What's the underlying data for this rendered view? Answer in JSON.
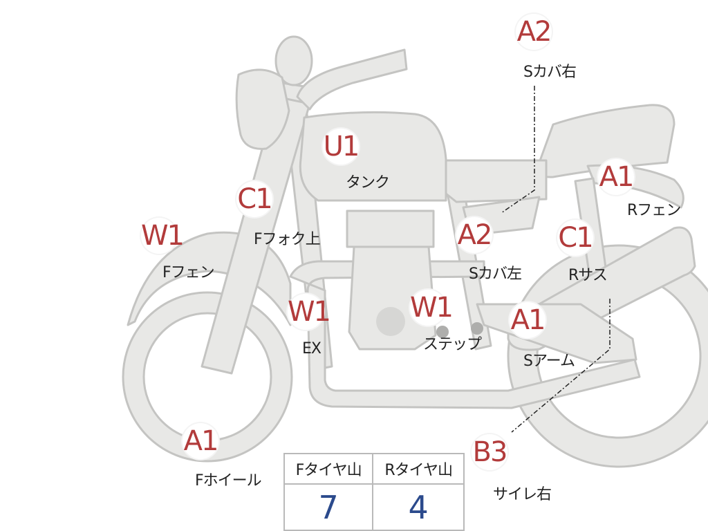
{
  "markers": [
    {
      "id": "tank",
      "code": "U1",
      "label": "タンク"
    },
    {
      "id": "fork-upper",
      "code": "C1",
      "label": "Fフォク上"
    },
    {
      "id": "front-fender",
      "code": "W1",
      "label": "Fフェン"
    },
    {
      "id": "exhaust",
      "code": "W1",
      "label": "EX"
    },
    {
      "id": "front-wheel",
      "code": "A1",
      "label": "Fホイール"
    },
    {
      "id": "side-cover-left",
      "code": "A2",
      "label": "Sカバ左"
    },
    {
      "id": "step",
      "code": "W1",
      "label": "ステップ"
    },
    {
      "id": "swing-arm",
      "code": "A1",
      "label": "Sアーム"
    },
    {
      "id": "side-cover-right",
      "code": "A2",
      "label": "Sカバ右"
    },
    {
      "id": "rear-fender",
      "code": "A1",
      "label": "Rフェン"
    },
    {
      "id": "rear-suspension",
      "code": "C1",
      "label": "Rサス"
    },
    {
      "id": "muffler-right",
      "code": "B3",
      "label": "サイレ右"
    }
  ],
  "tread": {
    "front_header": "Fタイヤ山",
    "rear_header": "Rタイヤ山",
    "front_value": "7",
    "rear_value": "4"
  },
  "colors": {
    "bike_fill": "#e8e8e6",
    "bike_stroke": "#c4c4c2",
    "code_text": "#b23b3b",
    "value_text": "#2b4a8c"
  }
}
